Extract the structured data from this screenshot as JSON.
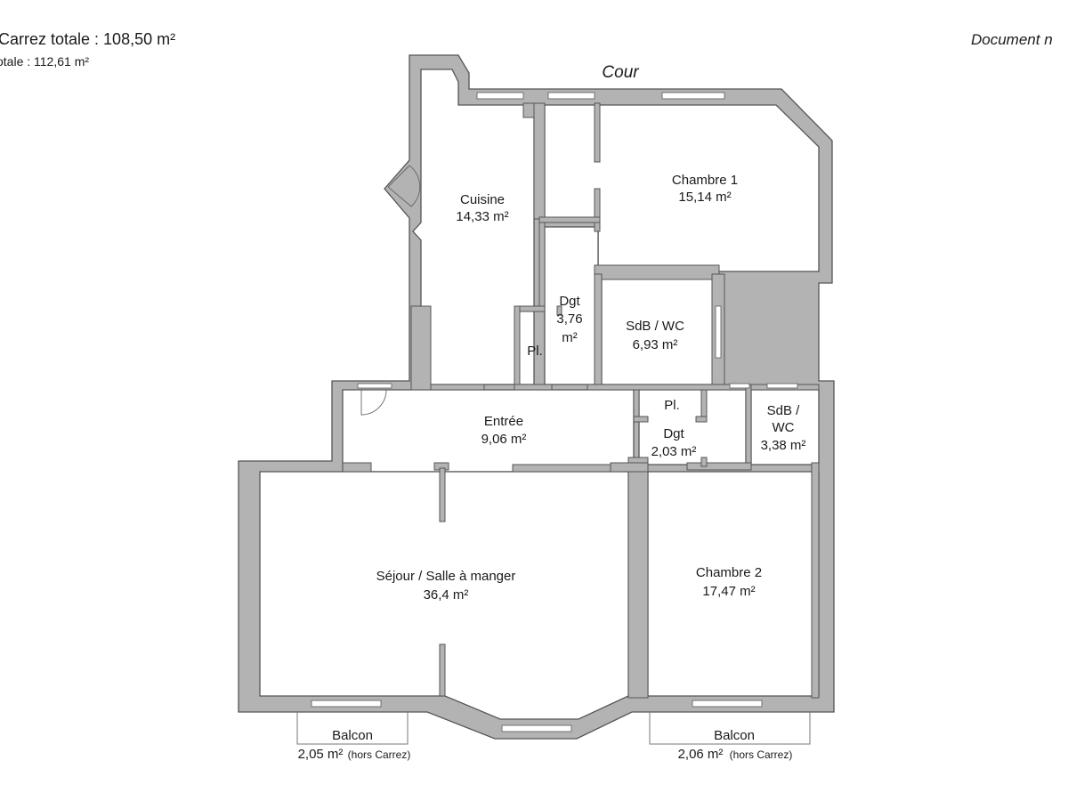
{
  "header": {
    "surface_carrez": "Carrez totale :  108,50 m²",
    "surface_totale": "otale :  112,61 m²",
    "document_label": "Document n"
  },
  "courtyard_label": "Cour",
  "rooms": {
    "cuisine": {
      "name": "Cuisine",
      "area": "14,33 m²"
    },
    "chambre1": {
      "name": "Chambre 1",
      "area": "15,14 m²"
    },
    "dgt1": {
      "name": "Dgt",
      "area_a": "3,76",
      "area_b": "m²"
    },
    "placard1": {
      "name": "Pl."
    },
    "sdb1": {
      "name": "SdB / WC",
      "area": "6,93 m²"
    },
    "entree": {
      "name": "Entrée",
      "area": "9,06 m²"
    },
    "placard2": {
      "name": "Pl."
    },
    "dgt2": {
      "name": "Dgt",
      "area": "2,03 m²"
    },
    "sdb2": {
      "name_a": "SdB /",
      "name_b": "WC",
      "area": "3,38 m²"
    },
    "sejour": {
      "name": "Séjour / Salle à manger",
      "area": "36,4 m²"
    },
    "chambre2": {
      "name": "Chambre 2",
      "area": "17,47 m²"
    }
  },
  "balconies": [
    {
      "name": "Balcon",
      "area": "2,05 m²",
      "note": "(hors Carrez)"
    },
    {
      "name": "Balcon",
      "area": "2,06 m²",
      "note": "(hors Carrez)"
    }
  ]
}
